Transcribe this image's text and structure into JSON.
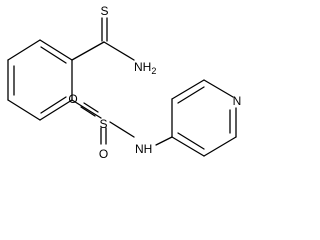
{
  "molecule": {
    "atoms": {
      "thioamide_sulfur": "S",
      "amine": "NH",
      "amine_subscript": "2",
      "sulfonyl_sulfur": "S",
      "sulfonyl_oxygen_left": "O",
      "sulfonyl_oxygen_bottom": "O",
      "sulfonamide_nitrogen": "NH",
      "pyridine_nitrogen": "N"
    }
  }
}
